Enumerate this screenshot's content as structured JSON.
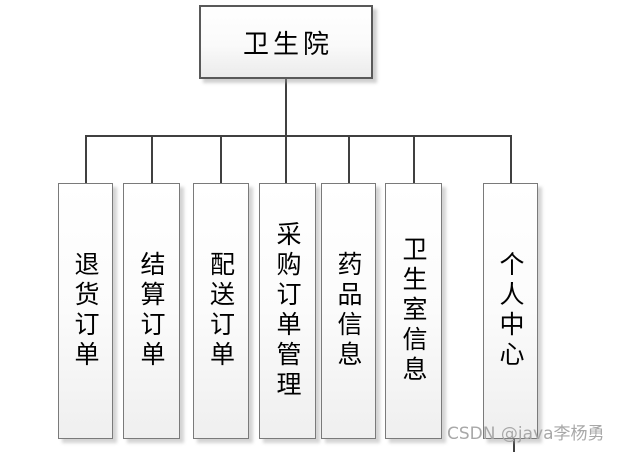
{
  "diagram": {
    "root": {
      "label": "卫生院"
    },
    "children": [
      {
        "label": "退货订单"
      },
      {
        "label": "结算订单"
      },
      {
        "label": "配送订单"
      },
      {
        "label": "采购订单管理"
      },
      {
        "label": "药品信息"
      },
      {
        "label": "卫生室信息"
      },
      {
        "label": "个人中心"
      }
    ]
  },
  "watermark": {
    "text": "CSDN @java李杨勇"
  },
  "colors": {
    "connector": "#404040",
    "root_border": "#595959",
    "child_border": "#7a7a7a",
    "box_fill_top": "#ffffff",
    "box_fill_bottom": "#efefef",
    "text": "#000000",
    "watermark": "#a8a8a8"
  }
}
